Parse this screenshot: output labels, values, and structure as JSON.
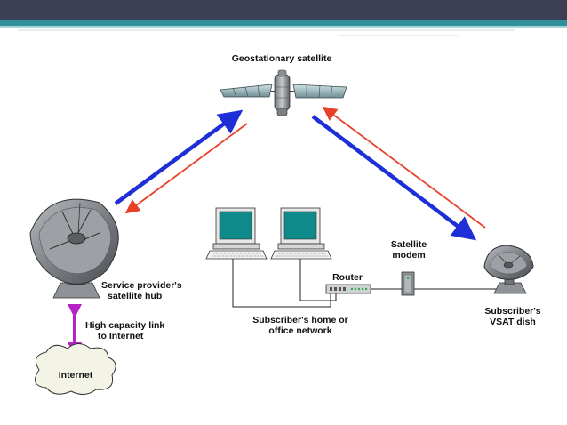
{
  "labels": {
    "satellite": "Geostationary satellite",
    "hub_line1": "Service provider's",
    "hub_line2": "satellite hub",
    "link_line1": "High capacity link",
    "link_line2": "to Internet",
    "internet": "Internet",
    "router": "Router",
    "modem_line1": "Satellite",
    "modem_line2": "modem",
    "network_line1": "Subscriber's home or",
    "network_line2": "office network",
    "vsat_line1": "Subscriber's",
    "vsat_line2": "VSAT dish"
  },
  "colors": {
    "header_dark": "#3d3f54",
    "header_teal": "#2f8f9a",
    "uplink_blue": "#1f2fd8",
    "downlink_red": "#e8412a",
    "internet_link": "#b623c4",
    "screen_teal": "#0e8a8a"
  }
}
